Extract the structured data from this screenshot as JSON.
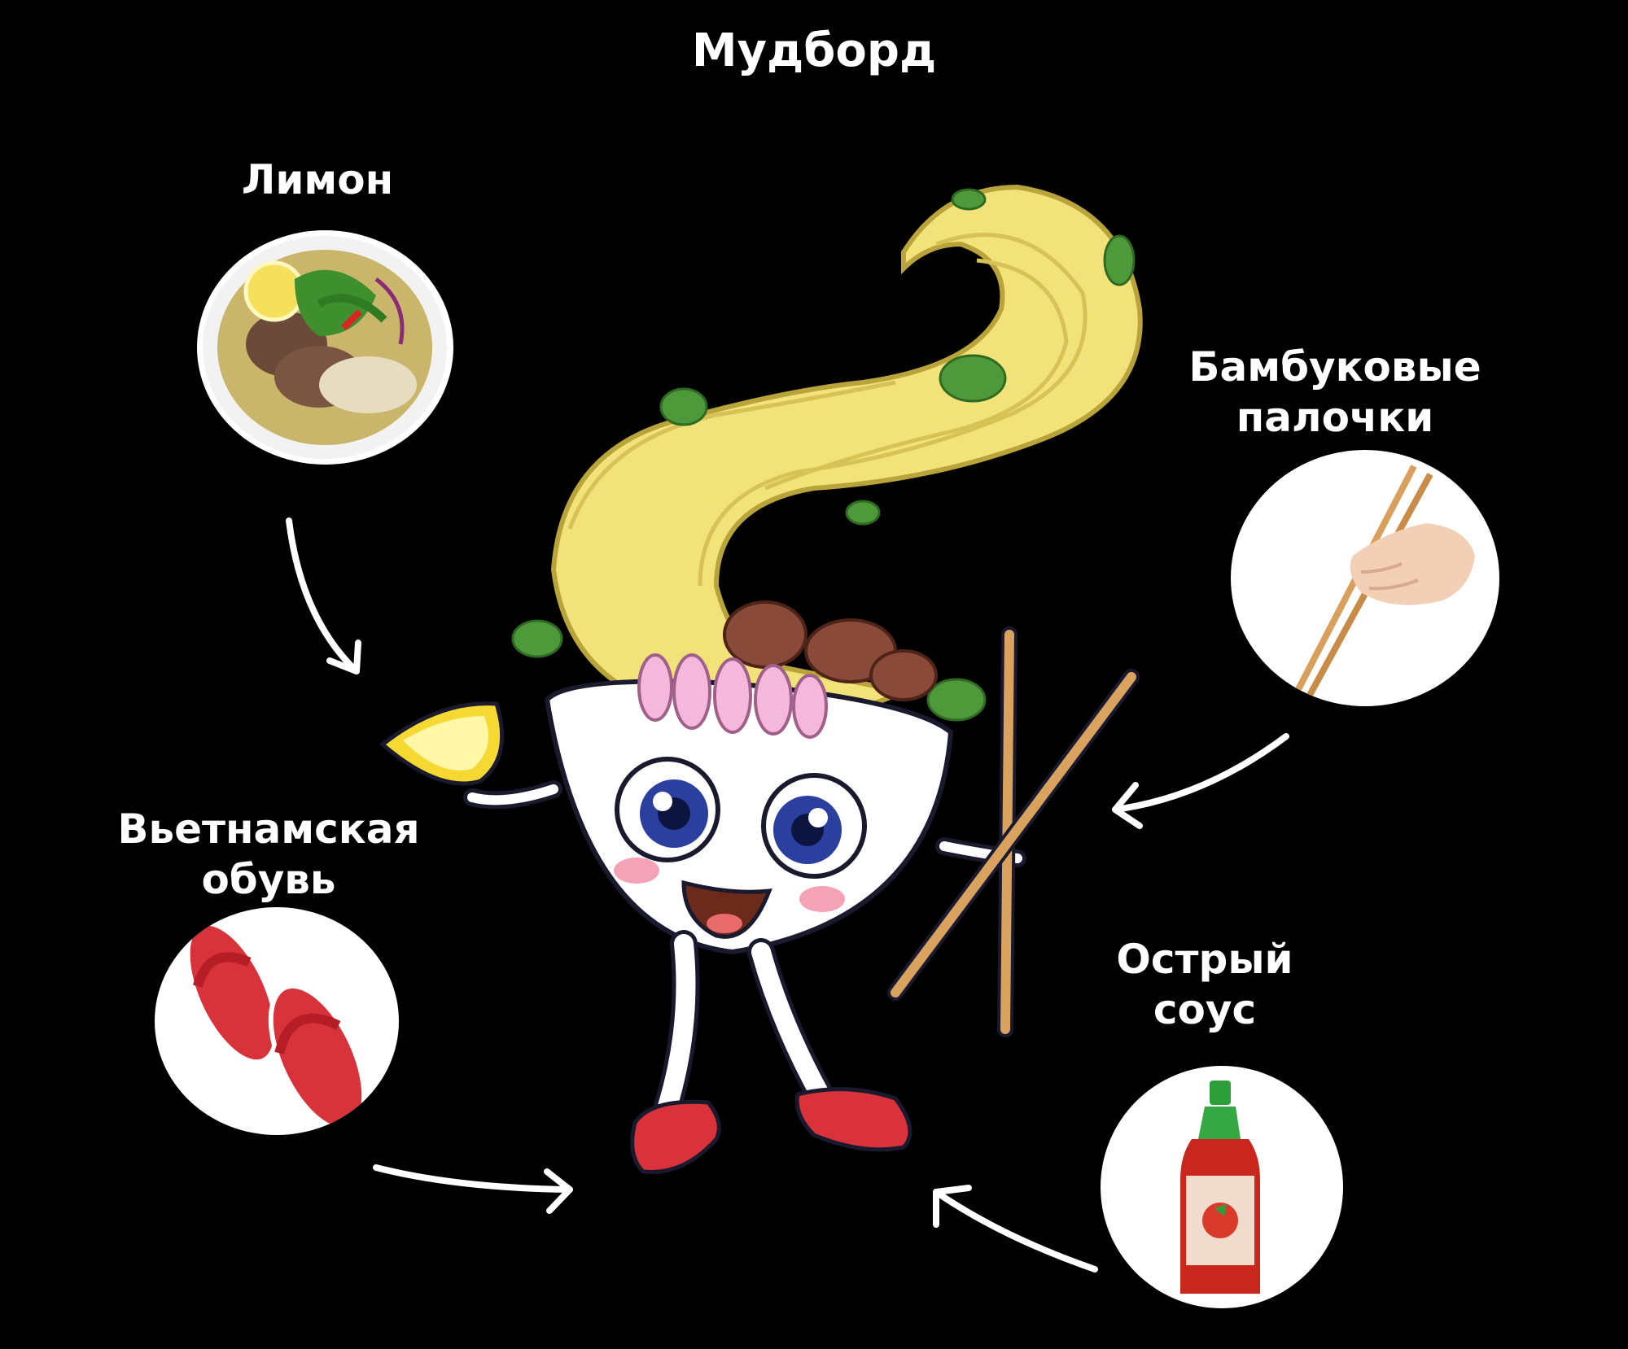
{
  "title": "Мудборд",
  "items": {
    "lemon": {
      "label": "Лимон"
    },
    "chopsticks": {
      "label": "Бамбуковые\nпалочки"
    },
    "footwear": {
      "label": "Вьетнамская\nобувь"
    },
    "sauce": {
      "label": "Острый\nсоус"
    }
  },
  "colors": {
    "background": "#000000",
    "noodles": "#F1E27A",
    "bowl": "#FFFFFF",
    "sandals": "#D9323A",
    "sauce": "#C9261E",
    "chopsticks": "#D9A25E"
  },
  "icons": [
    "pho-bowl-photo",
    "chopsticks-photo",
    "flip-flops-photo",
    "sriracha-photo",
    "bowl-mascot",
    "arrow-icon"
  ]
}
